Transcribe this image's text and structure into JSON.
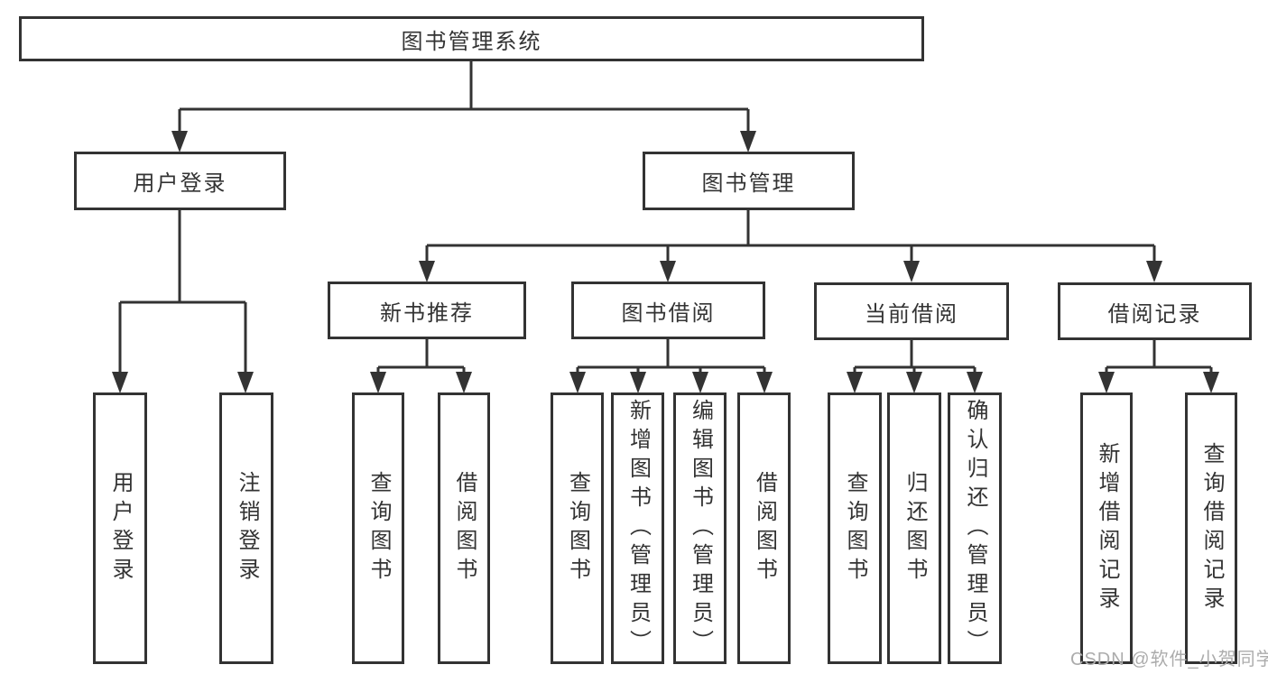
{
  "diagram": {
    "root": {
      "label": "图书管理系统"
    },
    "level2": [
      {
        "label": "用户登录"
      },
      {
        "label": "图书管理"
      }
    ],
    "level3": [
      {
        "label": "新书推荐",
        "parent": "图书管理"
      },
      {
        "label": "图书借阅",
        "parent": "图书管理"
      },
      {
        "label": "当前借阅",
        "parent": "图书管理"
      },
      {
        "label": "借阅记录",
        "parent": "图书管理"
      }
    ],
    "leaves": [
      {
        "label": "用户登录",
        "parent": "用户登录"
      },
      {
        "label": "注销登录",
        "parent": "用户登录"
      },
      {
        "label": "查询图书",
        "parent": "新书推荐"
      },
      {
        "label": "借阅图书",
        "parent": "新书推荐"
      },
      {
        "label": "查询图书",
        "parent": "图书借阅"
      },
      {
        "label": "新增图书（管理员）",
        "parent": "图书借阅"
      },
      {
        "label": "编辑图书（管理员）",
        "parent": "图书借阅"
      },
      {
        "label": "借阅图书",
        "parent": "图书借阅"
      },
      {
        "label": "查询图书",
        "parent": "当前借阅"
      },
      {
        "label": "归还图书",
        "parent": "当前借阅"
      },
      {
        "label": "确认归还（管理员）",
        "parent": "当前借阅"
      },
      {
        "label": "新增借阅记录",
        "parent": "借阅记录"
      },
      {
        "label": "查询借阅记录",
        "parent": "借阅记录"
      }
    ],
    "colors": {
      "line": "#333333",
      "text": "#333333",
      "background": "#ffffff",
      "watermark": "#acacac"
    }
  },
  "watermark": {
    "text": "CSDN @软件_小贺同学"
  }
}
